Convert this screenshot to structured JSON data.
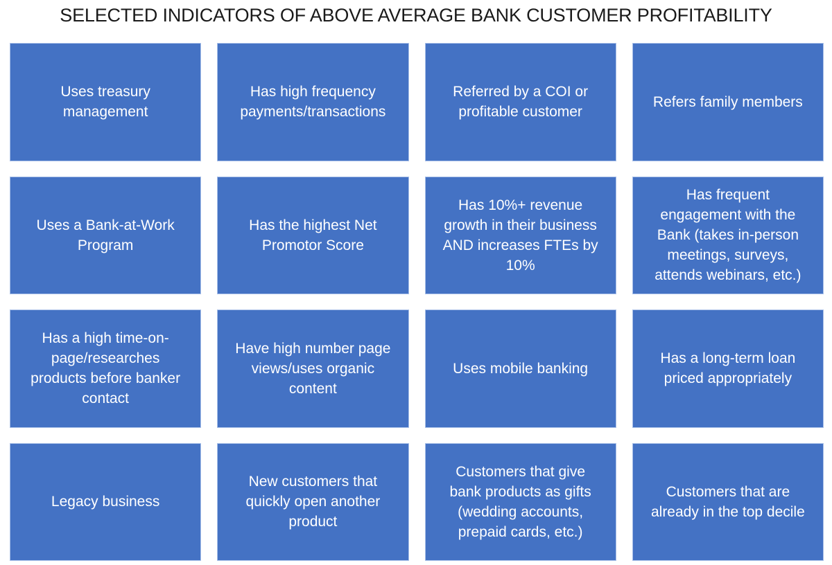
{
  "slide": {
    "title": "SELECTED INDICATORS OF ABOVE AVERAGE BANK CUSTOMER PROFITABILITY",
    "background_color": "#FFFFFF",
    "title_color": "#1A1A1A"
  },
  "grid": {
    "columns": 4,
    "rows": 4,
    "box_fill_color": "#4472C4",
    "box_border_color": "#A9C0E8",
    "box_text_color": "#FFFFFF",
    "cells": [
      {
        "label": "Uses treasury\nmanagement"
      },
      {
        "label": "Has high frequency\npayments/transactions"
      },
      {
        "label": "Referred by a COI or\nprofitable customer"
      },
      {
        "label": "Refers family members"
      },
      {
        "label": "Uses a Bank-at-Work\nProgram"
      },
      {
        "label": "Has the highest Net\nPromotor Score"
      },
      {
        "label": "Has 10%+ revenue\ngrowth in their business\nAND increases FTEs by\n10%"
      },
      {
        "label": "Has frequent\nengagement with the\nBank (takes in-person\nmeetings, surveys,\nattends webinars, etc.)"
      },
      {
        "label": "Has a high time-on-\npage/researches\nproducts before banker\ncontact"
      },
      {
        "label": "Have high number page\nviews/uses organic\ncontent"
      },
      {
        "label": "Uses mobile banking"
      },
      {
        "label": "Has a long-term loan\npriced appropriately"
      },
      {
        "label": "Legacy business"
      },
      {
        "label": "New customers that\nquickly open another\nproduct"
      },
      {
        "label": "Customers that give\nbank products as gifts\n(wedding accounts,\nprepaid cards, etc.)"
      },
      {
        "label": "Customers that are\nalready in the top decile"
      }
    ]
  }
}
